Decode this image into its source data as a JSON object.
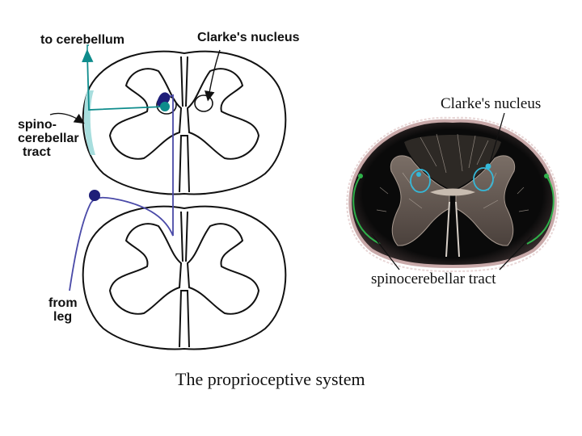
{
  "diagram": {
    "labels": {
      "to_cerebellum": "to cerebellum",
      "clarkes_nucleus_left": "Clarke's nucleus",
      "spinocerebellar_tract_left": [
        "spino-",
        "cerebellar",
        "tract"
      ],
      "from_leg": [
        "from",
        "leg"
      ]
    }
  },
  "photo": {
    "labels": {
      "clarkes_nucleus": "Clarke's nucleus",
      "spinocerebellar_tract": "spinocerebellar tract"
    }
  },
  "caption": "The proprioceptive system",
  "colors": {
    "outline": "#111111",
    "neuron_path": "#4a4aa8",
    "neuron_dot": "#1e1e78",
    "ascending_tract": "#0e8c8c",
    "tract_highlight": "#a8dede",
    "photo_tract": "#2fb14a",
    "photo_nucleus": "#35b8d8"
  }
}
